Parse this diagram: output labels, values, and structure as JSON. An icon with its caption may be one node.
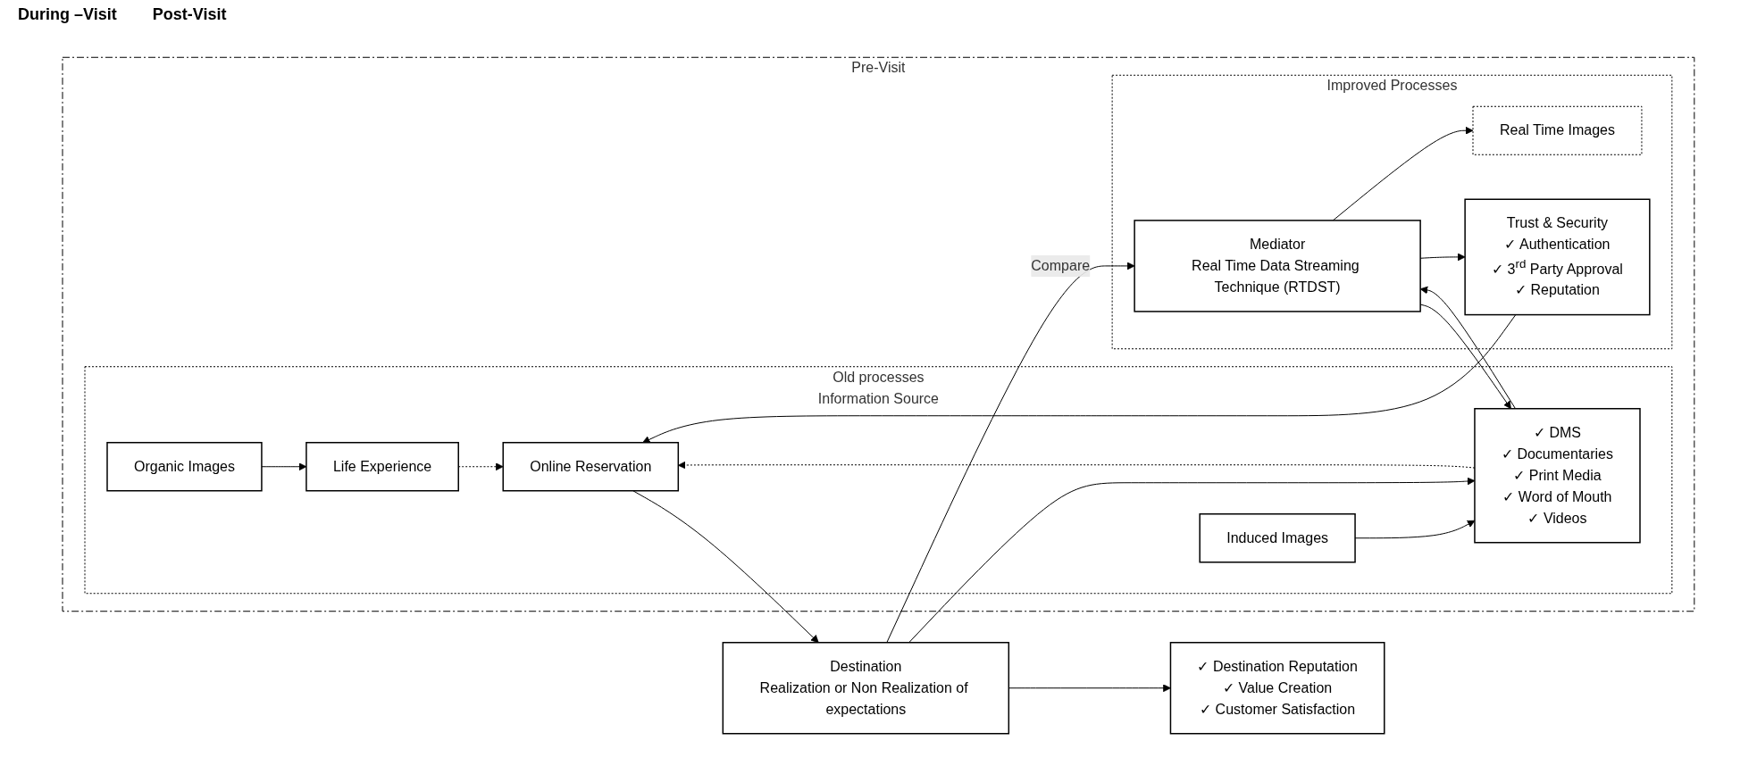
{
  "diagram": {
    "nodes": [
      {
        "text": [
          "Pre-Visit"
        ]
      },
      {
        "text": [
          "Old processes",
          "Information Source"
        ],
        "in": 0
      },
      {
        "text": [
          "Organic Images"
        ],
        "in": 1
      },
      {
        "text": [
          "Life Experience"
        ],
        "in": 1
      },
      {
        "text": [
          "Induced Images"
        ],
        "in": 1
      },
      {
        "text": [
          "✓ DMS",
          "✓ Documentaries",
          "✓ Print Media",
          "✓ Word of Mouth",
          "✓ Videos"
        ],
        "in": 1
      },
      {
        "text": [
          "Online Reservation"
        ],
        "in": 1
      },
      {
        "text": [
          "Improved Processes"
        ],
        "in": 0
      },
      {
        "text": [
          "Real Time Images"
        ],
        "in": 7
      },
      {
        "text": [
          "Mediator",
          "Real Time Data Streaming Technique (RTDST)"
        ],
        "in": 7
      },
      {
        "text": [
          "Trust & Security",
          "✓ Authentication",
          "✓ 3$^{rd}$ Party Approval",
          "✓ Reputation"
        ],
        "in": 7
      },
      {
        "text": [
          "Destination",
          "Realization or Non Realization of expectations"
        ]
      },
      {
        "text": [
          "✓ Destination Reputation",
          "✓ Value Creation",
          "✓ Customer Satisfaction"
        ]
      }
    ],
    "edges": [
      {
        "from": 2,
        "to": 3,
        "arrow": "to"
      },
      {
        "from": 4,
        "to": 5,
        "arrow": "to"
      },
      {
        "from": 3,
        "to": 6,
        "arrow": "to",
        "style": "dashed"
      },
      {
        "from": 5,
        "to": 6,
        "arrow": "to",
        "style": "dashed"
      },
      {
        "from": 6,
        "to": 11,
        "arrow": "to"
      },
      {
        "from": 9,
        "to": 5,
        "arrow": "to"
      },
      {
        "from": 5,
        "to": 9,
        "arrow": "to"
      },
      {
        "from": 9,
        "to": 8,
        "arrow": "to"
      },
      {
        "from": 9,
        "to": 10,
        "arrow": "to"
      },
      {
        "from": 10,
        "to": 6,
        "arrow": "to"
      },
      {
        "from": 11,
        "to": 9,
        "arrow": "to",
        "label": "Compare"
      },
      {
        "from": 11,
        "to": 5,
        "arrow": "to"
      },
      {
        "from": 11,
        "to": 12,
        "arrow": "to"
      }
    ],
    "labels": [
      "During –Visit",
      "Post-Visit"
    ]
  }
}
